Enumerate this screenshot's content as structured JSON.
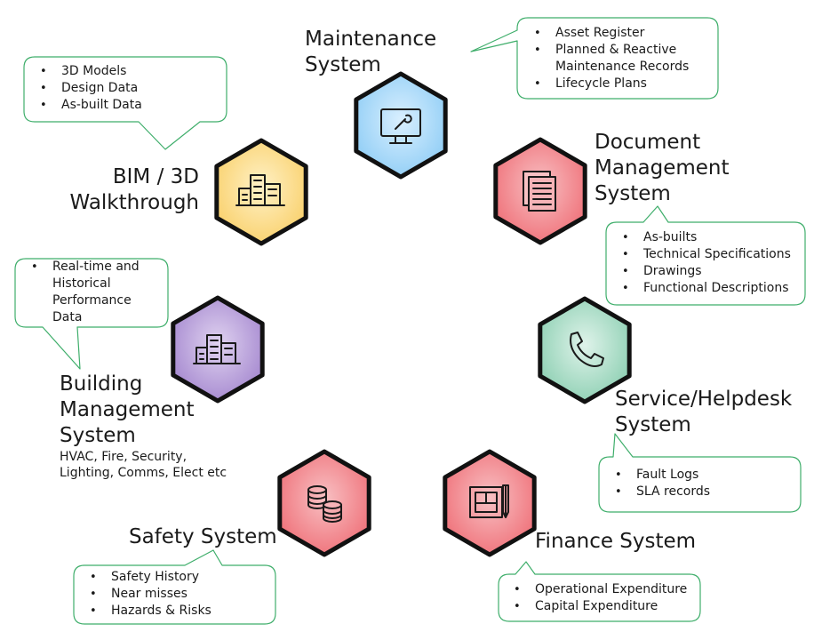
{
  "colors": {
    "bubble_border": "#3fae6b",
    "hex_outline": "#111111",
    "maintenance": "#a9d8f7",
    "document": "#f1868c",
    "service": "#a2d8c2",
    "finance": "#f1868c",
    "safety": "#f1868c",
    "bms": "#b59bd6",
    "bim": "#fbdb82"
  },
  "nodes": [
    {
      "key": "maintenance",
      "title": [
        "Maintenance",
        "System"
      ],
      "icon": "monitor-wrench-icon",
      "items": [
        [
          "Asset Register"
        ],
        [
          "Planned & Reactive",
          "Maintenance Records"
        ],
        [
          "Lifecycle Plans"
        ]
      ]
    },
    {
      "key": "document",
      "title": [
        "Document",
        "Management",
        "System"
      ],
      "icon": "documents-icon",
      "items": [
        [
          "As-builts"
        ],
        [
          "Technical Specifications"
        ],
        [
          "Drawings"
        ],
        [
          "Functional Descriptions"
        ]
      ]
    },
    {
      "key": "service",
      "title": [
        "Service/Helpdesk",
        "System"
      ],
      "icon": "phone-icon",
      "items": [
        [
          "Fault Logs"
        ],
        [
          "SLA records"
        ]
      ]
    },
    {
      "key": "finance",
      "title": [
        "Finance System"
      ],
      "icon": "blueprint-icon",
      "items": [
        [
          "Operational Expenditure"
        ],
        [
          "Capital Expenditure"
        ]
      ]
    },
    {
      "key": "safety",
      "title": [
        "Safety System"
      ],
      "icon": "coins-icon",
      "items": [
        [
          "Safety History"
        ],
        [
          "Near misses"
        ],
        [
          "Hazards & Risks"
        ]
      ]
    },
    {
      "key": "bms",
      "title": [
        "Building",
        "Management",
        "System"
      ],
      "subtitle": [
        "HVAC, Fire, Security,",
        "Lighting, Comms, Elect etc"
      ],
      "icon": "building-icon",
      "items": [
        [
          "Real-time and",
          "Historical",
          "Performance",
          "Data"
        ]
      ]
    },
    {
      "key": "bim",
      "title": [
        "BIM / 3D",
        "Walkthrough"
      ],
      "icon": "building-3d-icon",
      "items": [
        [
          "3D Models"
        ],
        [
          "Design Data"
        ],
        [
          "As-built Data"
        ]
      ]
    }
  ]
}
